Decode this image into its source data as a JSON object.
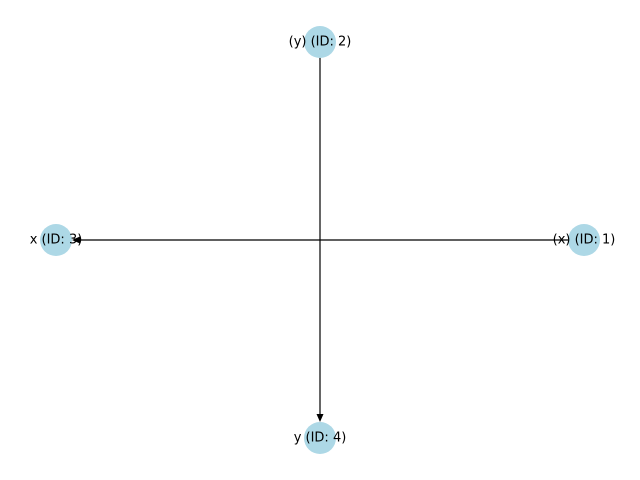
{
  "graph": {
    "node_color": "#add8e6",
    "edge_color": "#000000",
    "nodes": [
      {
        "id": "1",
        "label": "(x) (ID: 1)"
      },
      {
        "id": "2",
        "label": "(y) (ID: 2)"
      },
      {
        "id": "3",
        "label": "x (ID: 3)"
      },
      {
        "id": "4",
        "label": "y (ID: 4)"
      }
    ],
    "edges": [
      {
        "from": "1",
        "to": "3"
      },
      {
        "from": "2",
        "to": "4"
      }
    ]
  }
}
